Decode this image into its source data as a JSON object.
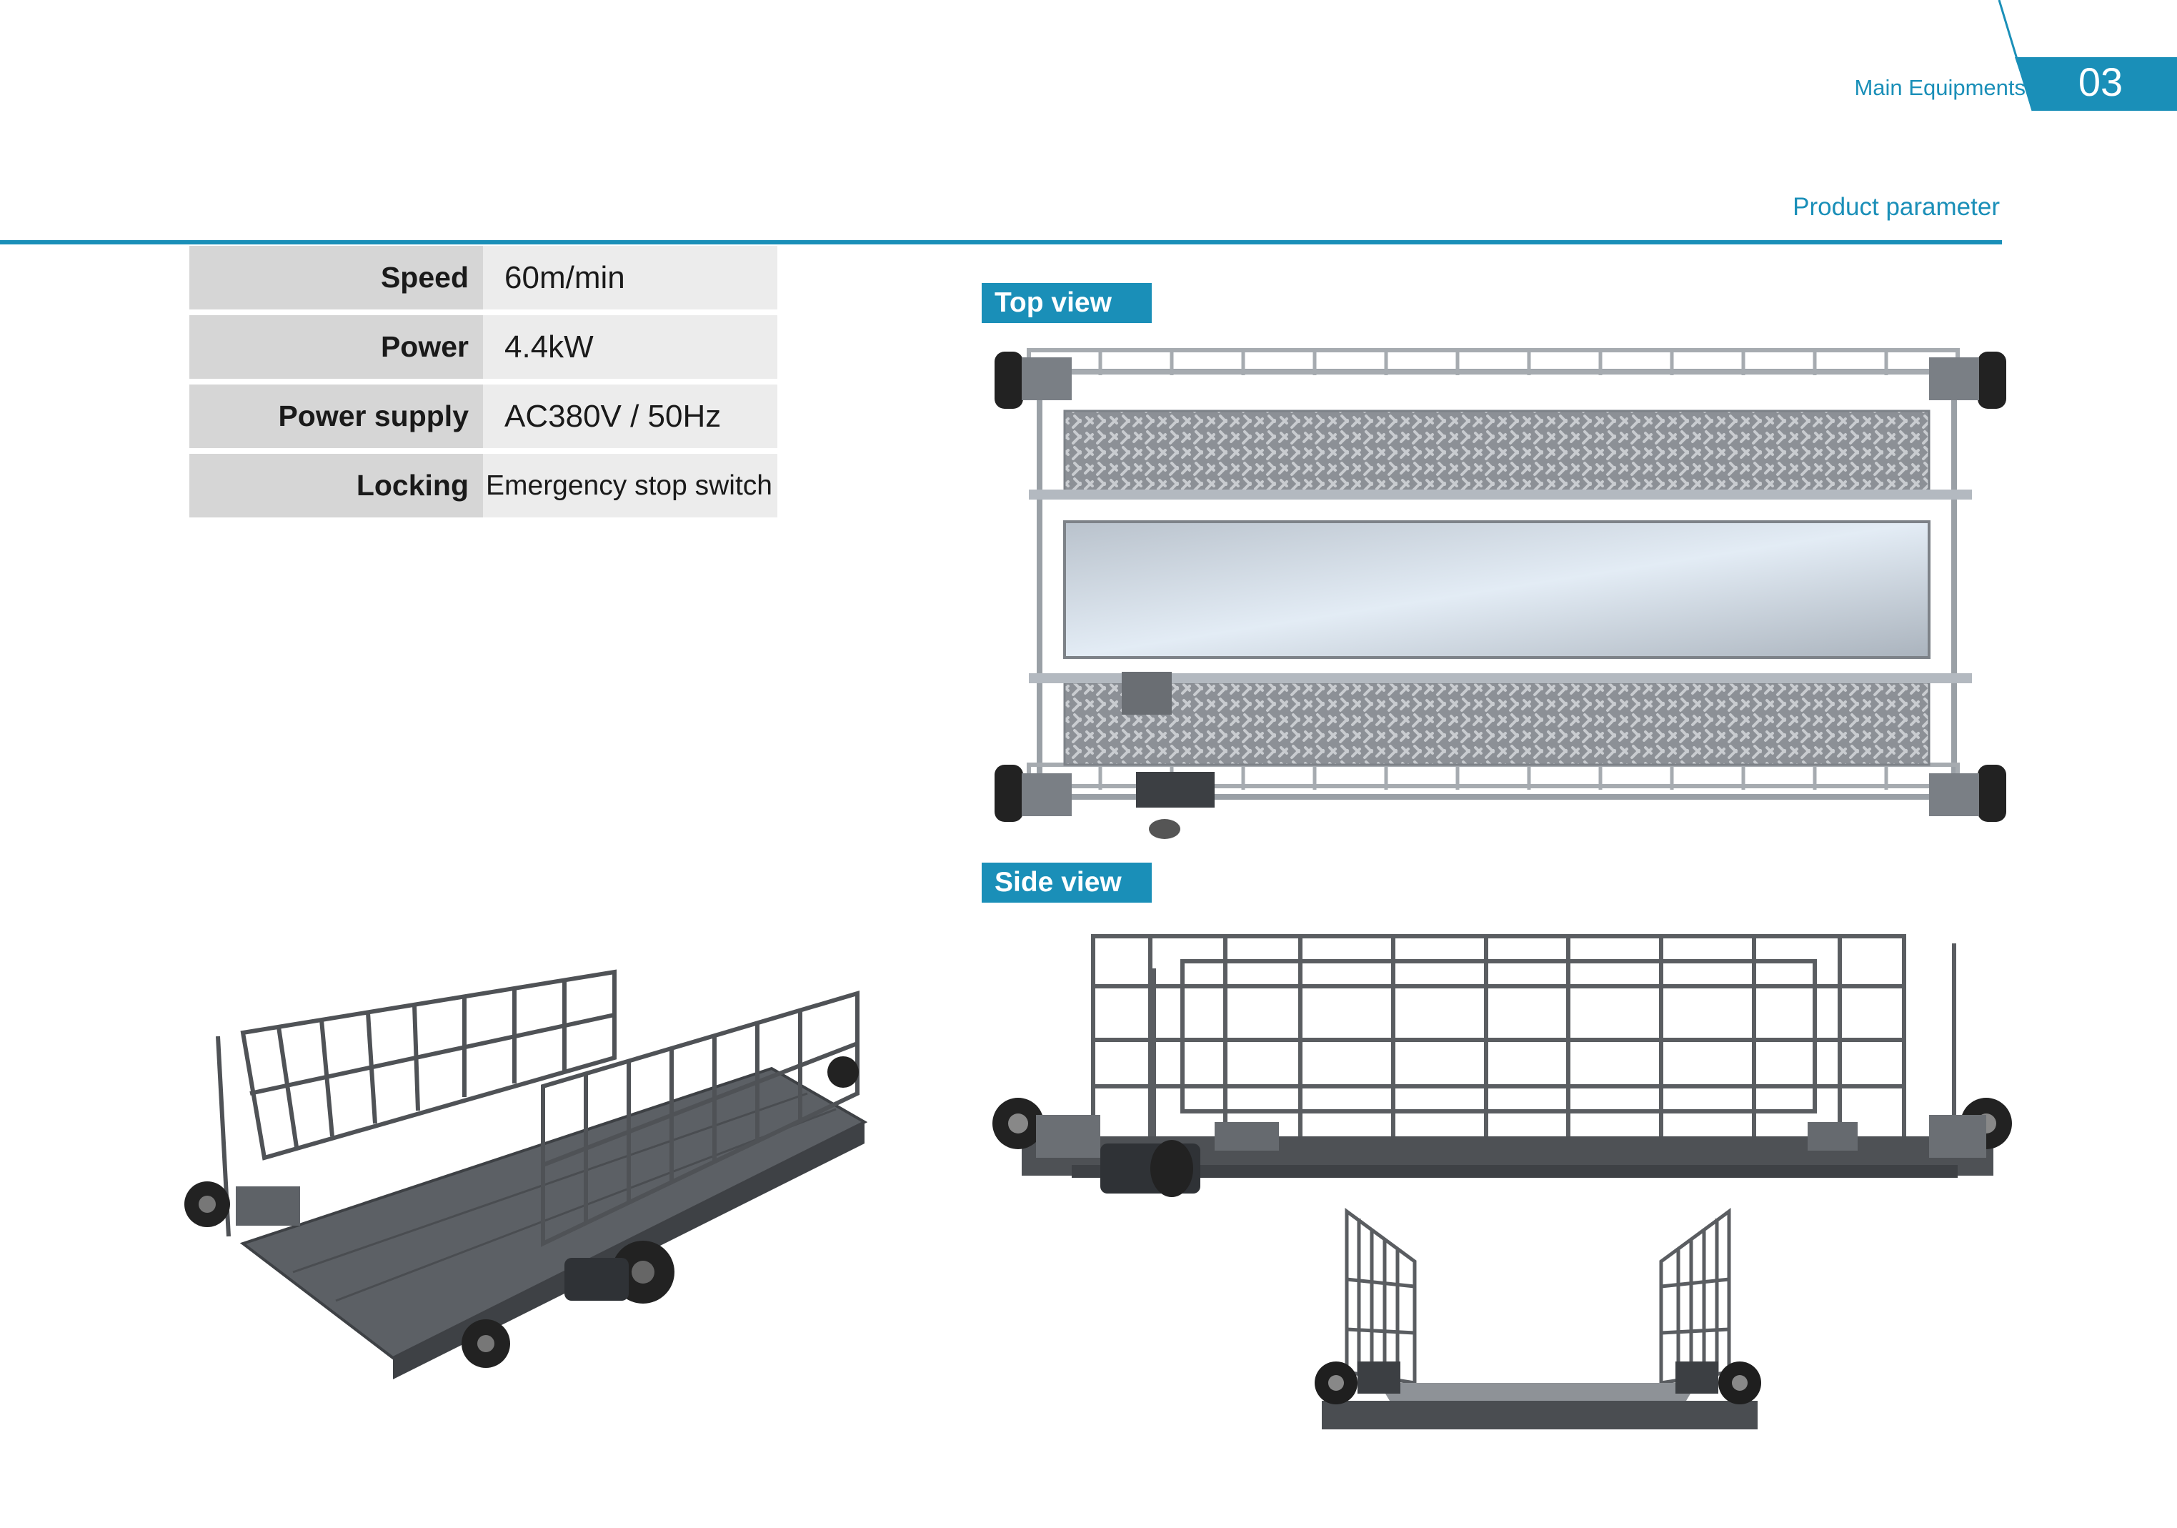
{
  "header": {
    "section": "Main Equipments",
    "page_number": "03",
    "subsection": "Product parameter"
  },
  "specs": [
    {
      "label": "Speed",
      "value": "60m/min"
    },
    {
      "label": "Power",
      "value": "4.4kW"
    },
    {
      "label": "Power supply",
      "value": "AC380V / 50Hz"
    },
    {
      "label": "Locking",
      "value": "Emergency stop switch"
    }
  ],
  "views": {
    "top": "Top view",
    "side": "Side view"
  },
  "colors": {
    "accent": "#1a8fb8",
    "label_bg": "#d6d6d6",
    "value_bg": "#ececec",
    "frame": "#5a5d61"
  }
}
